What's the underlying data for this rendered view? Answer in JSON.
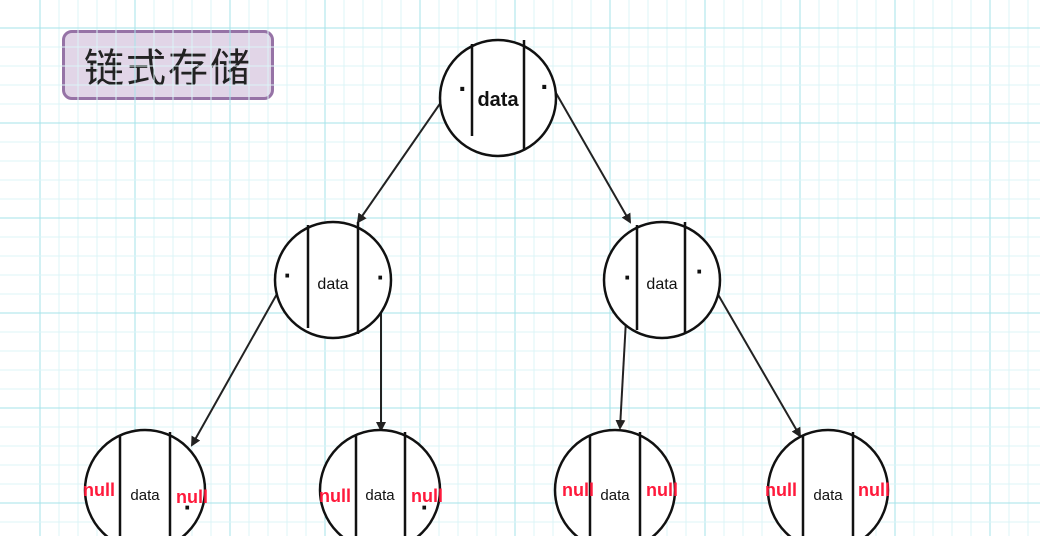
{
  "title": "链式存储",
  "colors": {
    "grid_major": "#a6e3ea",
    "grid_minor": "#dcf4f7",
    "node_stroke": "#111111",
    "null_text": "#ff1a3c",
    "title_fill": "#e1d5e7",
    "title_stroke": "#9673a6"
  },
  "tree": {
    "root": {
      "label": "data",
      "left": "·",
      "right": "·"
    },
    "level1": [
      {
        "label": "data",
        "left": "·",
        "right": "·"
      },
      {
        "label": "data",
        "left": "·",
        "right": "·"
      }
    ],
    "leaves": [
      {
        "label": "data",
        "left": "null",
        "right": "null",
        "dot": "·"
      },
      {
        "label": "data",
        "left": "null",
        "right": "null",
        "dot": "·"
      },
      {
        "label": "data",
        "left": "null",
        "right": "null"
      },
      {
        "label": "data",
        "left": "null",
        "right": "null"
      }
    ]
  }
}
